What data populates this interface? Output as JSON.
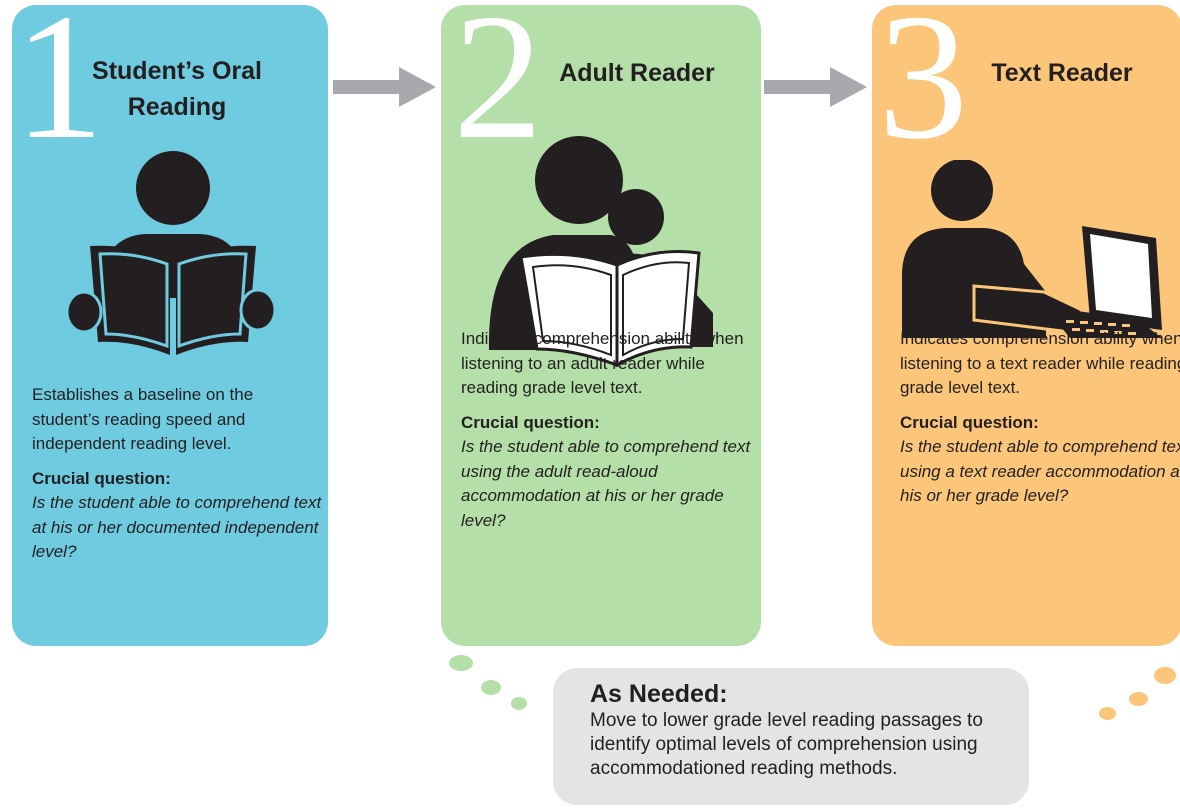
{
  "colors": {
    "panel1": "#6fcbe0",
    "panel2": "#b4dfa8",
    "panel3": "#fbc679",
    "arrow": "#a7a9ac",
    "note": "#e3e4e5",
    "figure": "#231f20"
  },
  "steps": [
    {
      "number": "1",
      "title_line1": "Student’s Oral",
      "title_line2": "Reading",
      "icon": "student-reading-book-icon",
      "description": "Establishes a baseline on the student’s reading speed and independent reading level.",
      "question_label": "Crucial question:",
      "question": "Is the student able to comprehend text at his or her documented independent level?"
    },
    {
      "number": "2",
      "title_line1": "Adult Reader",
      "title_line2": "",
      "icon": "adult-reading-to-child-icon",
      "description": "Indicates comprehension ability when listening to an adult reader while reading grade level text.",
      "question_label": "Crucial question:",
      "question": "Is the student able to comprehend text  using the adult read-aloud accommodation at his or her grade level?"
    },
    {
      "number": "3",
      "title_line1": "Text Reader",
      "title_line2": "",
      "icon": "person-at-computer-icon",
      "description": "Indicates comprehension ability when listening to a text reader while reading grade level text.",
      "question_label": "Crucial question:",
      "question": "Is the student able to comprehend text  using a text reader accommodation at his or her grade level?"
    }
  ],
  "note": {
    "title": "As Needed:",
    "body": "Move to lower grade level reading passages to identify optimal levels of comprehension using accommodationed reading methods."
  }
}
